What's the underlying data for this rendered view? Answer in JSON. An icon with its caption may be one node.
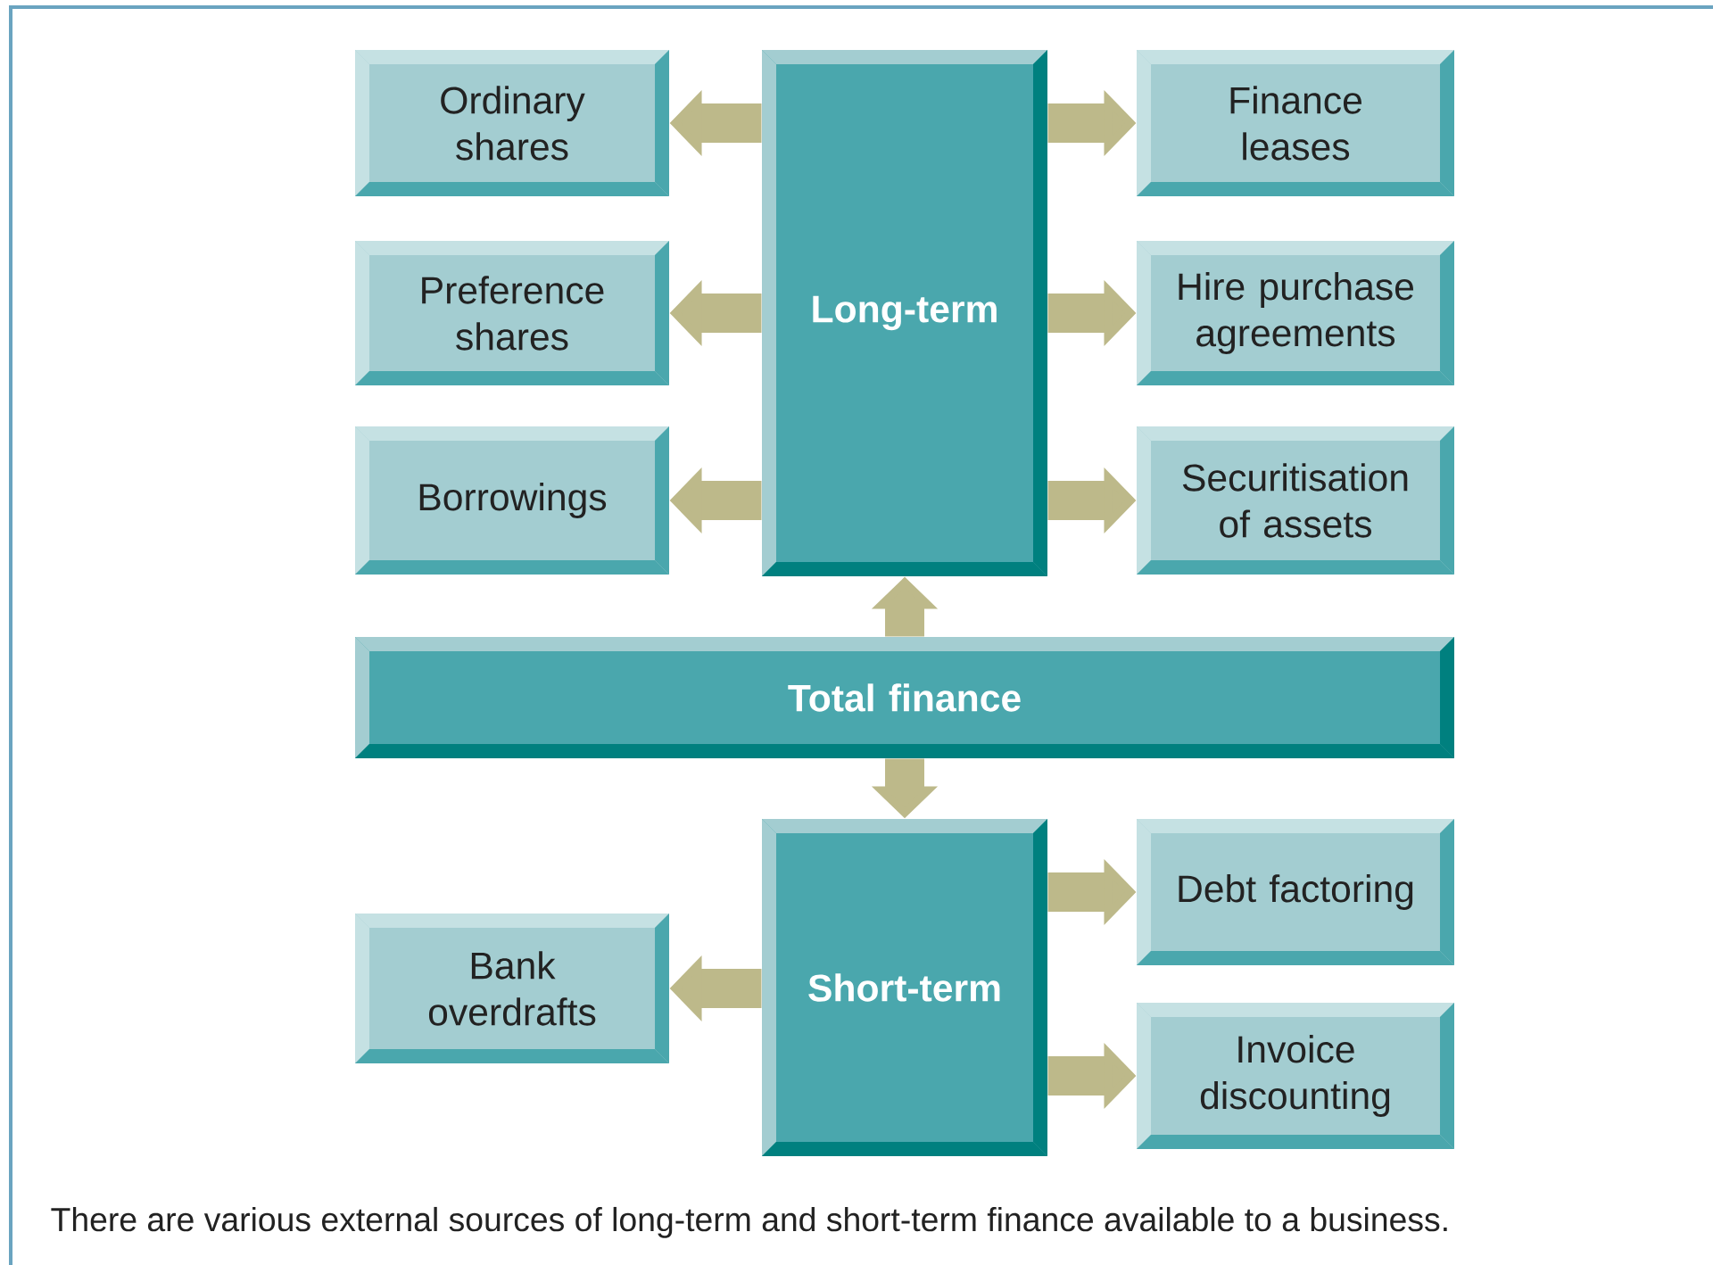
{
  "diagram": {
    "caption": "There are various external sources of long-term and short-term finance available to a business.",
    "nodes": [
      {
        "text": [
          "Ordinary shares"
        ]
      },
      {
        "text": [
          "Long-term"
        ]
      },
      {
        "text": [
          "Finance leases"
        ]
      },
      {
        "text": [
          "Preference shares"
        ]
      },
      {
        "text": [
          "Hire purchase agreements"
        ]
      },
      {
        "text": [
          "Borrowings"
        ]
      },
      {
        "text": [
          "Securitisation of assets"
        ]
      },
      {
        "text": [
          "Total finance"
        ]
      },
      {
        "text": [
          "Short-term"
        ]
      },
      {
        "text": [
          "Debt factoring"
        ]
      },
      {
        "text": [
          "Bank overdrafts"
        ]
      },
      {
        "text": [
          "Invoice discounting"
        ]
      }
    ],
    "edges": [
      {
        "from": 7,
        "to": 1,
        "arrow": "to"
      },
      {
        "from": 1,
        "to": 0,
        "arrow": "to"
      },
      {
        "from": 1,
        "to": 2,
        "arrow": "to"
      },
      {
        "from": 1,
        "to": 3,
        "arrow": "to"
      },
      {
        "from": 1,
        "to": 4,
        "arrow": "to"
      },
      {
        "from": 1,
        "to": 5,
        "arrow": "to"
      },
      {
        "from": 1,
        "to": 6,
        "arrow": "to"
      },
      {
        "from": 7,
        "to": 8,
        "arrow": "to"
      },
      {
        "from": 8,
        "to": 9,
        "arrow": "to"
      },
      {
        "from": 8,
        "to": 10,
        "arrow": "to"
      },
      {
        "from": 8,
        "to": 11,
        "arrow": "to"
      }
    ]
  }
}
